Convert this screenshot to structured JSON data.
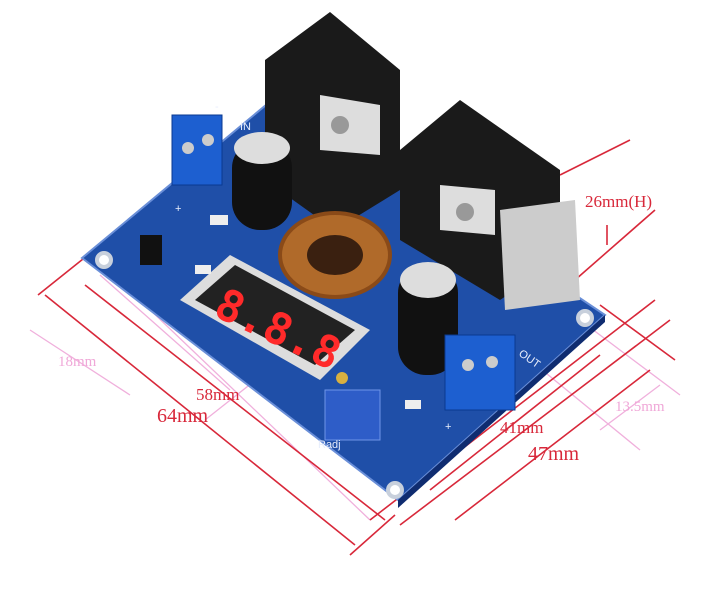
{
  "product": {
    "display_digits": "8.8.8",
    "silkscreen": {
      "input_label": "IN",
      "output_label": "OUT",
      "adjust_label": "Radj",
      "plus_in": "+",
      "minus_in": "-",
      "plus_out": "+"
    }
  },
  "dimensions": {
    "height": "26mm(H)",
    "inner_width": "41mm",
    "outer_width": "47mm",
    "inner_length": "58mm",
    "outer_length": "64mm",
    "left_offset": "18mm",
    "right_offset": "13.5mm"
  },
  "colors": {
    "board": "#1f4fa8",
    "dimension_red": "#d8283a",
    "dimension_pink": "#f0a8d8",
    "display_digits": "#ff2a2a"
  }
}
